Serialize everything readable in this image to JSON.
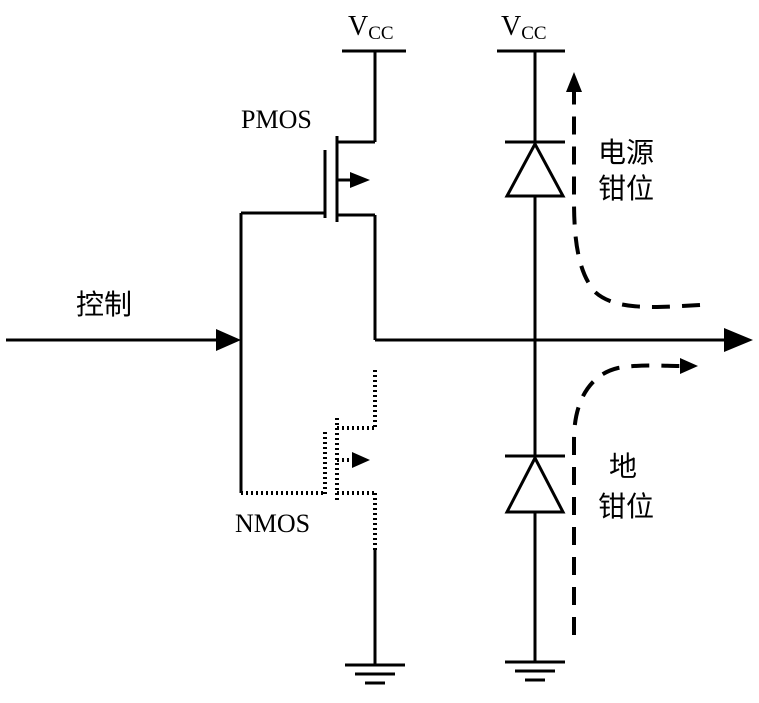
{
  "labels": {
    "vcc_main": "V",
    "vcc_sub": "CC",
    "pmos": "PMOS",
    "nmos": "NMOS",
    "control": "控制",
    "power_clamp_line1": "电源",
    "power_clamp_line2": "钳位",
    "ground_clamp_line1": "地",
    "ground_clamp_line2": "钳位"
  },
  "colors": {
    "stroke": "#000000",
    "background": "#ffffff"
  }
}
